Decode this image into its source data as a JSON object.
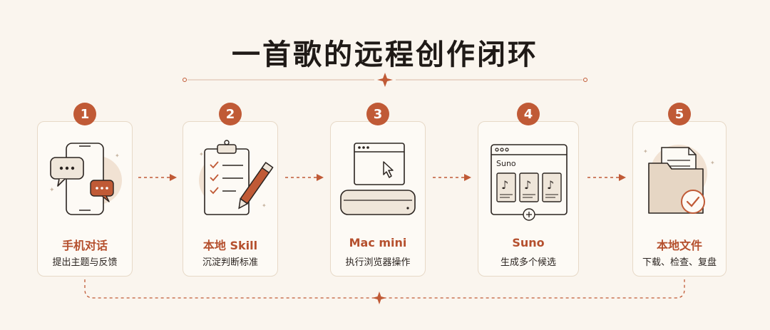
{
  "title": "一首歌的远程创作闭环",
  "colors": {
    "accent": "#c05a36",
    "ink": "#2b2420",
    "card_border": "#e7d9c7",
    "background": "#faf5ee"
  },
  "steps": [
    {
      "number": "1",
      "title": "手机对话",
      "subtitle": "提出主题与反馈",
      "icon": "phone-chat-icon"
    },
    {
      "number": "2",
      "title": "本地 Skill",
      "subtitle": "沉淀判断标准",
      "icon": "clipboard-checklist-icon"
    },
    {
      "number": "3",
      "title": "Mac mini",
      "subtitle": "执行浏览器操作",
      "icon": "mac-mini-browser-icon"
    },
    {
      "number": "4",
      "title": "Suno",
      "subtitle": "生成多个候选",
      "icon": "suno-candidates-icon",
      "window_label": "Suno"
    },
    {
      "number": "5",
      "title": "本地文件",
      "subtitle": "下载、检查、复盘",
      "icon": "folder-check-icon"
    }
  ]
}
